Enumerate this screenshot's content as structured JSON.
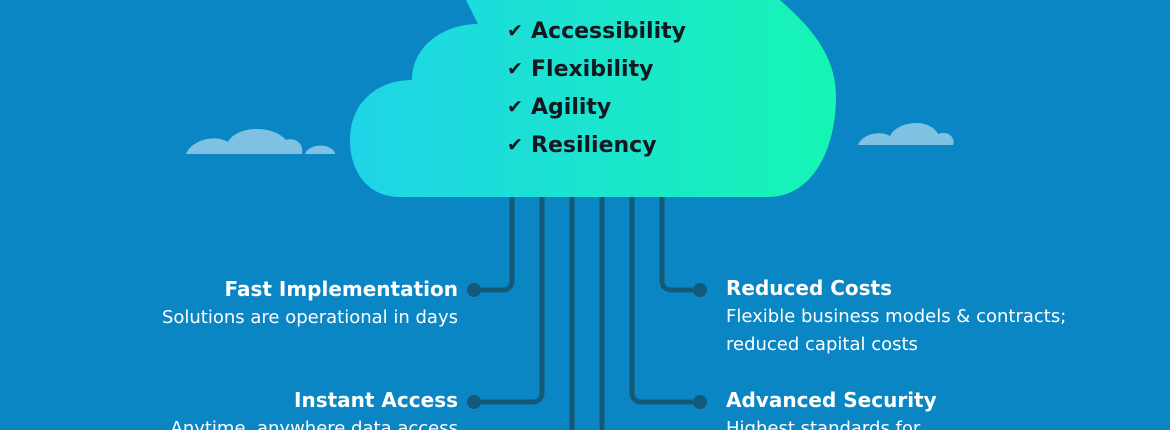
{
  "colors": {
    "background": "#0b86c4",
    "cloud_gradient_start": "#1fd4e8",
    "cloud_gradient_end": "#16f5b4",
    "connector": "#145a78",
    "small_cloud": "#7fc1e3",
    "text_dark": "#111820",
    "text_light": "#ffffff"
  },
  "cloud": {
    "check_glyph": "✔",
    "items": [
      {
        "label": "Accessibility"
      },
      {
        "label": "Flexibility"
      },
      {
        "label": "Agility"
      },
      {
        "label": "Resiliency"
      }
    ]
  },
  "features": {
    "fast_implementation": {
      "title": "Fast Implementation",
      "desc": [
        "Solutions are operational in days"
      ]
    },
    "instant_access": {
      "title": "Instant Access",
      "desc": [
        "Anytime, anywhere data access"
      ]
    },
    "reduced_costs": {
      "title": "Reduced Costs",
      "desc": [
        "Flexible business models & contracts;",
        "reduced capital costs"
      ]
    },
    "advanced_security": {
      "title": "Advanced Security",
      "desc": [
        "Highest standards for"
      ]
    }
  }
}
